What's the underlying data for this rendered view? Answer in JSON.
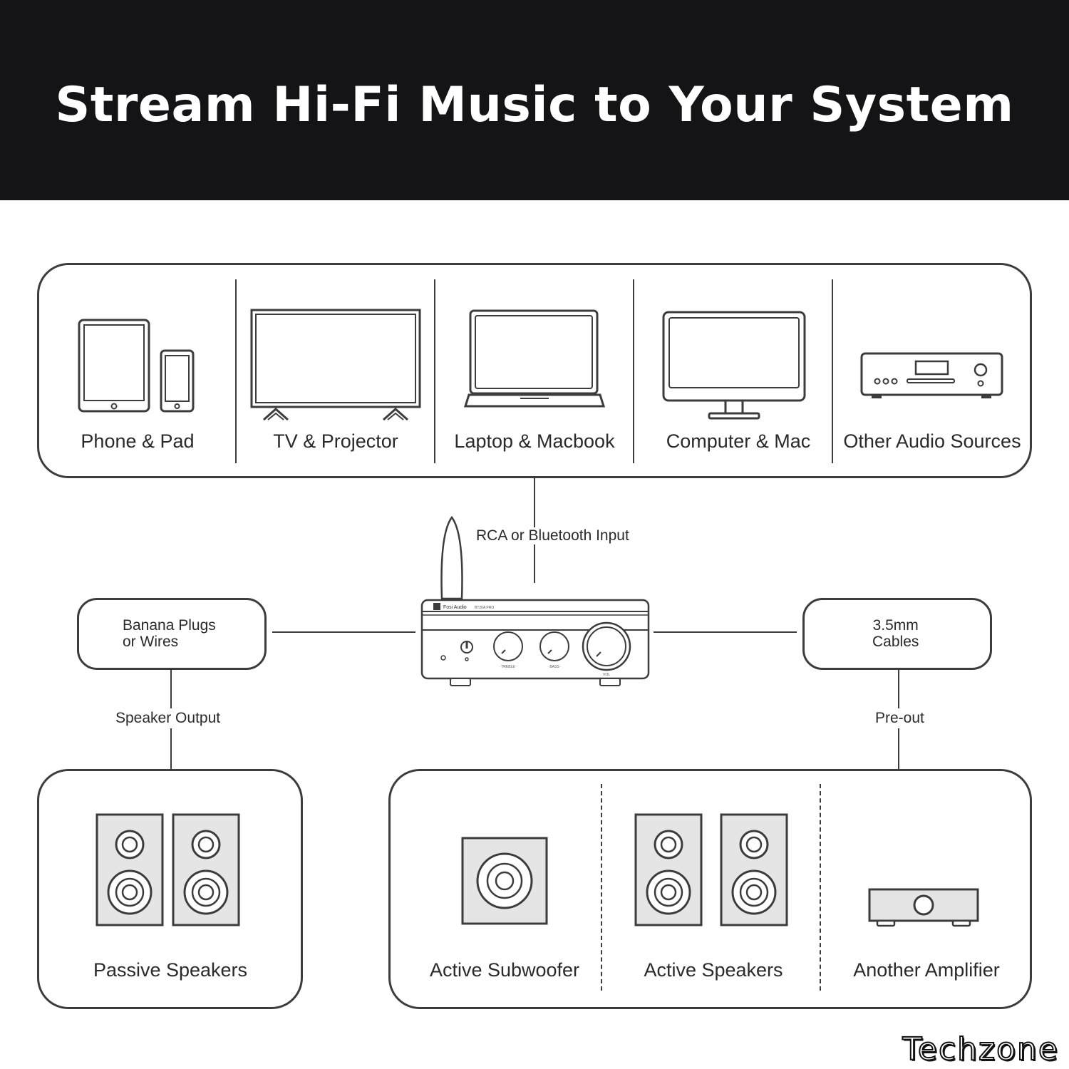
{
  "header": {
    "title": "Stream Hi-Fi Music to Your System"
  },
  "sources": [
    {
      "label": "Phone & Pad",
      "icon": "tablet-phone-icon"
    },
    {
      "label": "TV & Projector",
      "icon": "tv-icon"
    },
    {
      "label": "Laptop & Macbook",
      "icon": "laptop-icon"
    },
    {
      "label": "Computer & Mac",
      "icon": "monitor-icon"
    },
    {
      "label": "Other Audio Sources",
      "icon": "audio-player-icon"
    }
  ],
  "connections": {
    "input": "RCA or Bluetooth Input",
    "speaker_output": "Speaker Output",
    "pre_out": "Pre-out"
  },
  "amplifier": {
    "brand": "Fosi Audio",
    "model": "BT20A PRO",
    "knobs": [
      "TREBLE",
      "BASS",
      "VOL"
    ]
  },
  "connectors": {
    "left": "Banana Plugs\nor Wires",
    "right": "3.5mm\nCables"
  },
  "outputs_passive": [
    {
      "label": "Passive Speakers",
      "icon": "speaker-pair-icon"
    }
  ],
  "outputs_active": [
    {
      "label": "Active Subwoofer",
      "icon": "subwoofer-icon"
    },
    {
      "label": "Active Speakers",
      "icon": "speaker-pair-icon"
    },
    {
      "label": "Another Amplifier",
      "icon": "amplifier-icon"
    }
  ],
  "watermark": "Techzone"
}
